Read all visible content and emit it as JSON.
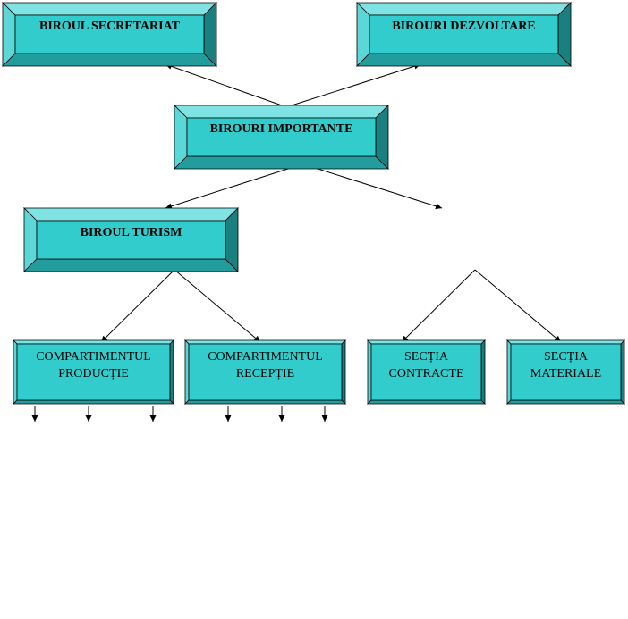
{
  "colors": {
    "face": "#33cccc",
    "top_bevel": "#7fe3e3",
    "left_bevel": "#5cd7d7",
    "bottom_bevel": "#229c9c",
    "right_bevel": "#1a7f7f",
    "outline": "#000000",
    "connector": "#000000"
  },
  "boxes": {
    "secretariat": {
      "lines": [
        "BIROUL SECRETARIAT"
      ]
    },
    "dezvoltare": {
      "lines": [
        "BIROURI DEZVOLTARE"
      ]
    },
    "importante": {
      "lines": [
        "BIROURI IMPORTANTE"
      ]
    },
    "turism": {
      "lines": [
        "BIROUL TURISM"
      ]
    },
    "productie": {
      "lines": [
        "COMPARTIMENTUL",
        "PRODUCȚIE"
      ]
    },
    "receptie": {
      "lines": [
        "COMPARTIMENTUL",
        "RECEPȚIE"
      ]
    },
    "contracte": {
      "lines": [
        "SECȚIA",
        "CONTRACTE"
      ]
    },
    "materiale": {
      "lines": [
        "SECȚIA",
        "MATERIALE"
      ]
    }
  }
}
